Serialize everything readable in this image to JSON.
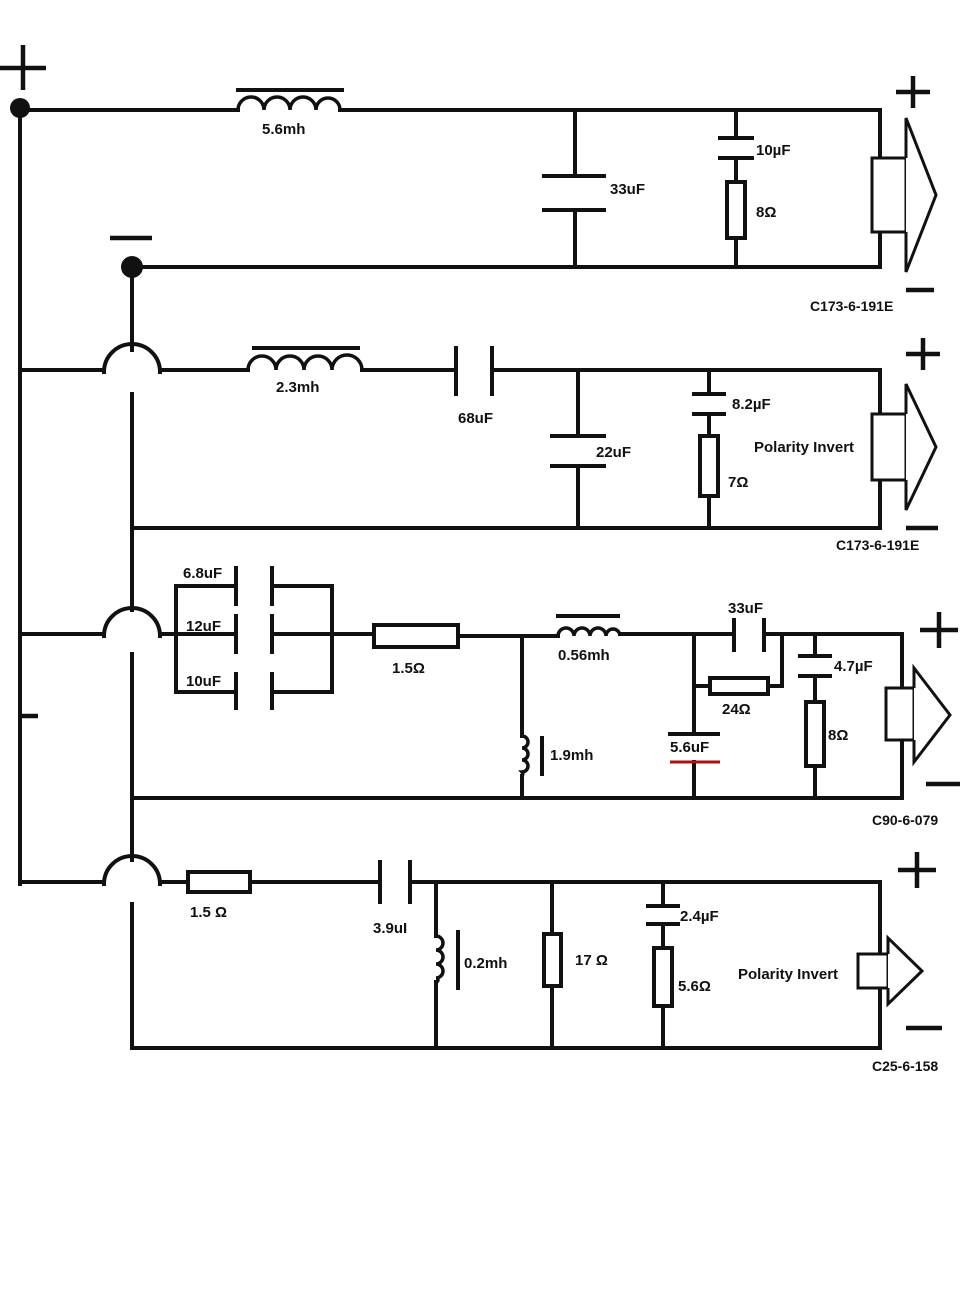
{
  "labels": {
    "l1": "5.6mh",
    "c1": "33uF",
    "c2": "10µF",
    "r1": "8Ω",
    "model1": "C173-6-191E",
    "l2": "2.3mh",
    "c3": "68uF",
    "c4": "22uF",
    "c5": "8.2µF",
    "r2": "7Ω",
    "polarity1": "Polarity Invert",
    "model2": "C173-6-191E",
    "c6a": "6.8uF",
    "c6b": "12uF",
    "c6c": "10uF",
    "r3": "1.5Ω",
    "l3": "0.56mh",
    "l4": "1.9mh",
    "c7": "33uF",
    "r4": "24Ω",
    "c8": "5.6uF",
    "c9": "4.7µF",
    "r5": "8Ω",
    "model3": "C90-6-079",
    "r6": "1.5  Ω",
    "c10": "3.9uI",
    "l5": "0.2mh",
    "r7": "17 Ω",
    "c11": "2.4µF",
    "r8": "5.6Ω",
    "polarity2": "Polarity Invert",
    "model4": "C25-6-158"
  }
}
